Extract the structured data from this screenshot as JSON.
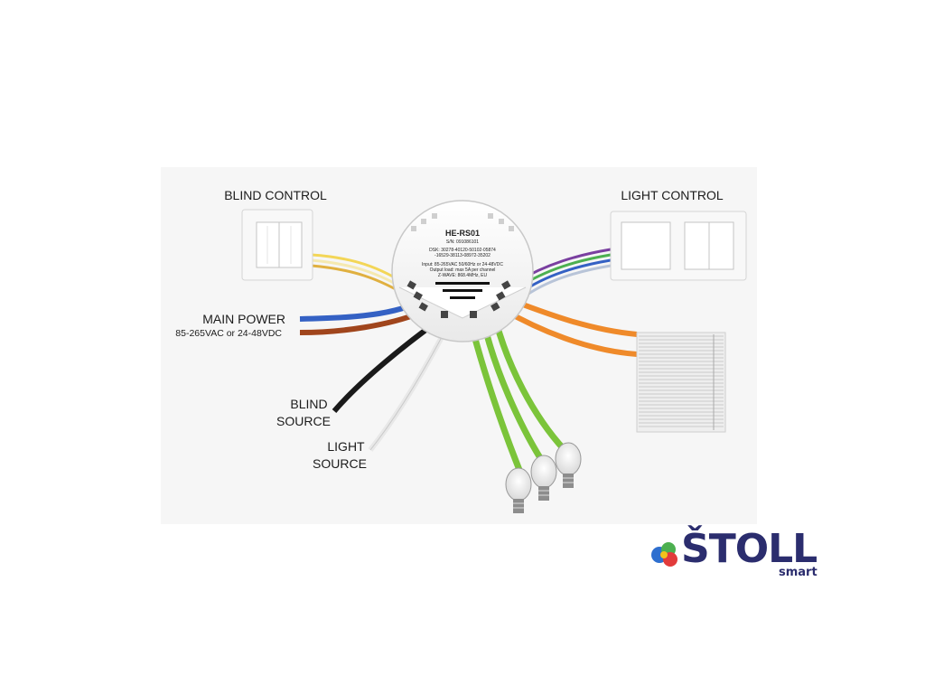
{
  "labels": {
    "blind_control": "BLIND CONTROL",
    "light_control": "LIGHT CONTROL",
    "main_power": "MAIN POWER",
    "main_power_spec": "85-265VAC or 24-48VDC",
    "blind_source_1": "BLIND",
    "blind_source_2": "SOURCE",
    "light_source_1": "LIGHT",
    "light_source_2": "SOURCE"
  },
  "device": {
    "model": "HE-RS01",
    "serial": "S/N: 091086101",
    "dsk_1": "DSK: 30278-40120-50102-05874",
    "dsk_2": "-16529-38113-08972-35202",
    "input": "Input: 85-265VAC 50/60Hz or 24-48VDC",
    "output": "Output load: max 5A per channel",
    "zwave": "Z-WAVE: 868.4MHz, EU"
  },
  "brand": {
    "name": "ŠTOLL",
    "sub": "smart",
    "colors": [
      "#2e6fcf",
      "#e23b3b",
      "#4cb050",
      "#f2c21b"
    ]
  },
  "wire_colors": {
    "blue": "#3461c4",
    "brown": "#a0451c",
    "black": "#1a1a1a",
    "white": "#e8e8e8",
    "green": "#7bc43a",
    "orange": "#ef8a2a",
    "yellow": "#f3d657",
    "purple": "#7a3fa0"
  }
}
